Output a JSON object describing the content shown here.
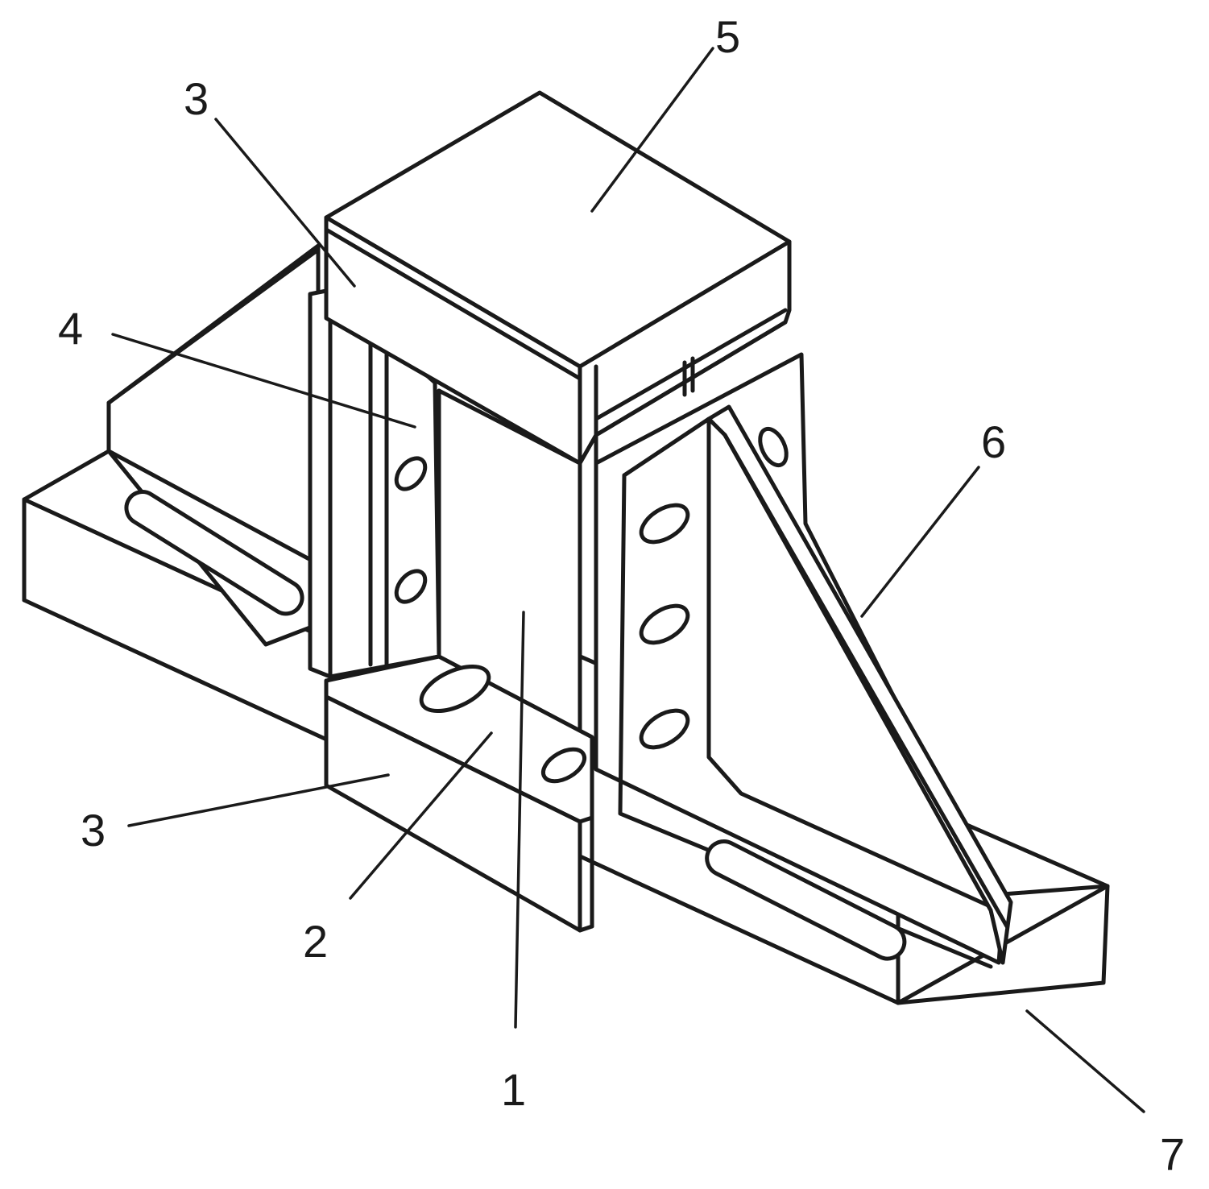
{
  "figure": {
    "callouts": [
      {
        "id": "label-1",
        "text": "1"
      },
      {
        "id": "label-2",
        "text": "2"
      },
      {
        "id": "label-3-top",
        "text": "3"
      },
      {
        "id": "label-3-bottom",
        "text": "3"
      },
      {
        "id": "label-4",
        "text": "4"
      },
      {
        "id": "label-5",
        "text": "5"
      },
      {
        "id": "label-6",
        "text": "6"
      },
      {
        "id": "label-7",
        "text": "7"
      }
    ]
  }
}
